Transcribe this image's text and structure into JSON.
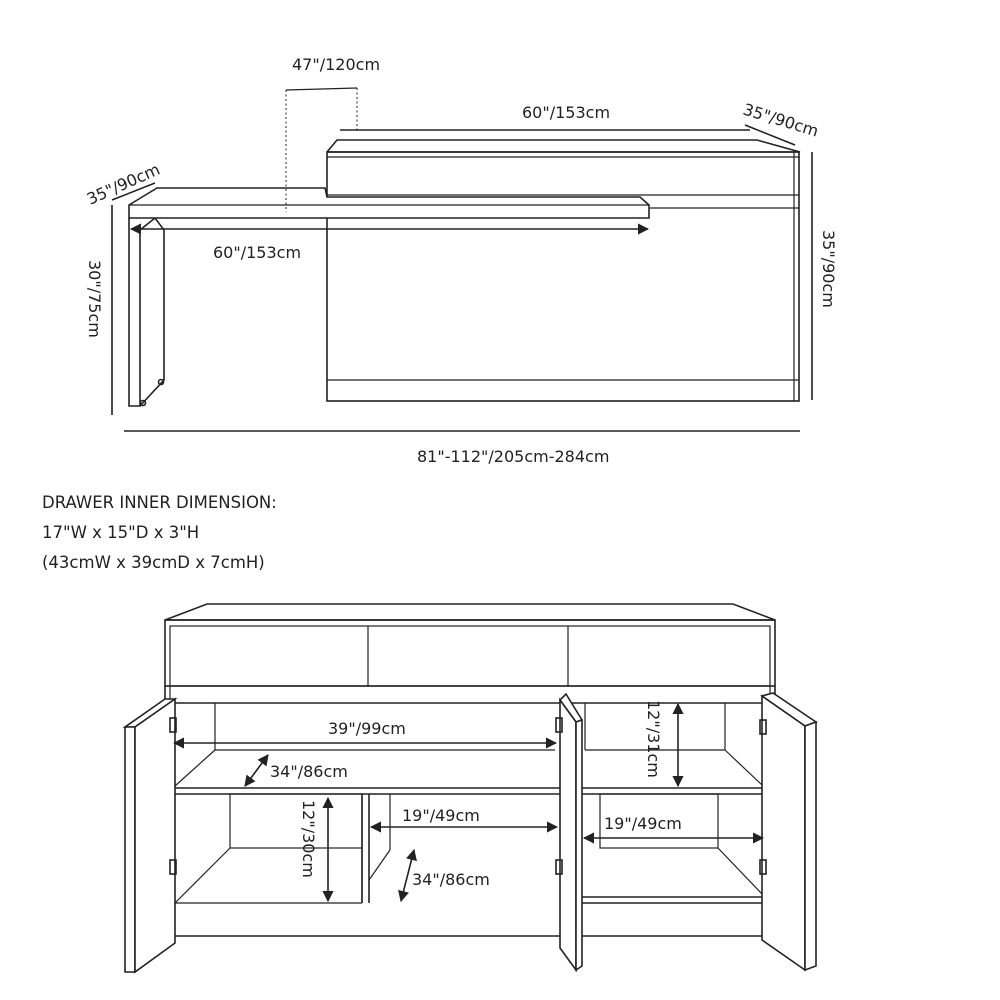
{
  "top_view": {
    "extension_width": "47\"/120cm",
    "cabinet_width": "60\"/153cm",
    "cabinet_depth": "35\"/90cm",
    "desk_depth": "35\"/90cm",
    "desk_width": "60\"/153cm",
    "desk_height": "30\"/75cm",
    "cabinet_height": "35\"/90cm",
    "total_length": "81\"-112\"/205cm-284cm"
  },
  "drawer_spec": {
    "heading": "DRAWER INNER DIMENSION:",
    "imperial": "17\"W x 15\"D x 3\"H",
    "metric": "(43cmW x 39cmD x 7cmH)"
  },
  "front_view": {
    "upper_width": "39\"/99cm",
    "upper_depth": "34\"/86cm",
    "right_upper_height": "12\"/31cm",
    "left_lower_height": "12\"/30cm",
    "middle_lower_width": "19\"/49cm",
    "middle_lower_depth": "34\"/86cm",
    "right_lower_width": "19\"/49cm"
  }
}
